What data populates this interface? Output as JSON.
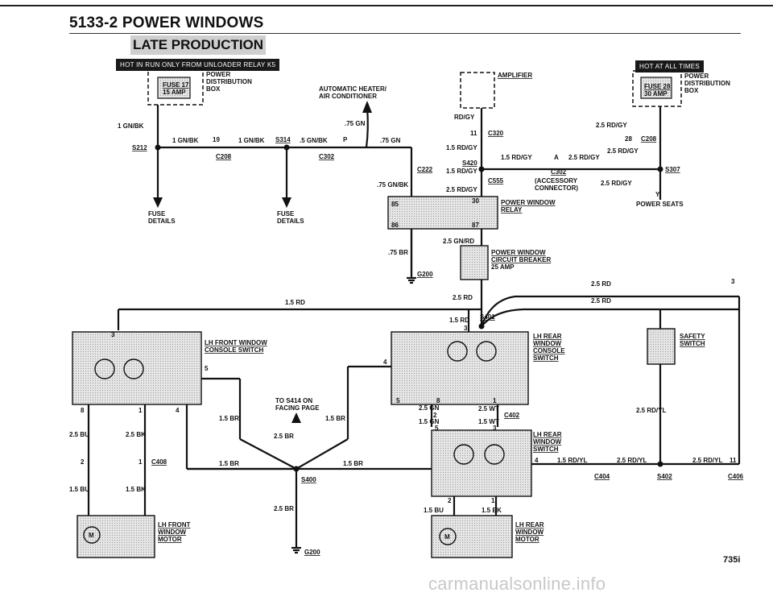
{
  "header": {
    "title": "5133-2   POWER WINDOWS",
    "subtitle": "LATE PRODUCTION",
    "banner_left": "HOT IN RUN ONLY FROM UNLOADER RELAY K5",
    "banner_right": "HOT AT ALL TIMES"
  },
  "labels": {
    "power_dist_1": "POWER",
    "power_dist_2": "DISTRIBUTION",
    "power_dist_3": "BOX",
    "fuse17": "FUSE 17",
    "fuse17_amp": "15 AMP",
    "fuse28": "FUSE 28",
    "fuse28_amp": "30 AMP",
    "ahac_1": "AUTOMATIC HEATER/",
    "ahac_2": "AIR CONDITIONER",
    "amplifier": "AMPLIFIER",
    "w_1gnbk": "1 GN/BK",
    "w_1gnbk2": "1 GN/BK",
    "w_1gnbk3": "1 GN/BK",
    "n19": "19",
    "s212": "S212",
    "s314": "S314",
    "c208": "C208",
    "c302": "C302",
    "w_5gnbk": ".5 GN/BK",
    "p": "P",
    "w_75gn": ".75 GN",
    "w_75gn2": ".75 GN",
    "w_75gnbk": ".75 GN/BK",
    "c222": "C222",
    "fuse_details": "FUSE",
    "details": "DETAILS",
    "rdgy": "RD/GY",
    "n11": "11",
    "c320": "C320",
    "w15rdgy": "1.5 RD/GY",
    "s420": "S420",
    "w15rdgy2": "1.5 RD/GY",
    "c555": "C555",
    "w25rdgy": "2.5 RD/GY",
    "w15rdgy3": "1.5 RD/GY",
    "a": "A",
    "w25rdgy2": "2.5 RD/GY",
    "c302b": "C302",
    "acc_1": "(ACCESSORY",
    "acc_2": "CONNECTOR)",
    "w25rdgy3": "2.5 RD/GY",
    "n28": "28",
    "c208b": "C208",
    "w25rdgy4": "2.5 RD/GY",
    "s307": "S307",
    "w25rdgy5": "2.5 RD/GY",
    "y": "Y",
    "power_seats": "POWER SEATS",
    "pw_relay_1": "POWER WINDOW",
    "pw_relay_2": "RELAY",
    "n30": "30",
    "n85": "85",
    "n86": "86",
    "n87": "87",
    "w25gnrd": "2.5 GN/RD",
    "w75br": ".75 BR",
    "g200": "G200",
    "cb_1": "POWER WINDOW",
    "cb_2": "CIRCUIT BREAKER",
    "cb_3": "25 AMP",
    "w25rd": "2.5 RD",
    "w25rd2": "2.5 RD",
    "w25rd3": "2.5 RD",
    "n3": "3",
    "w15rd": "1.5 RD",
    "w15rd2": "1.5 RD",
    "s401": "S401",
    "n3b": "3",
    "lhf_sw_1": "LH FRONT WINDOW",
    "lhf_sw_2": "CONSOLE SWITCH",
    "n3c": "3",
    "n5": "5",
    "n4": "4",
    "n8": "8",
    "n1": "1",
    "to_s414_1": "TO S414 ON",
    "to_s414_2": "FACING PAGE",
    "w15br": "1.5 BR",
    "w15br2": "1.5 BR",
    "w25br": "2.5 BR",
    "w15br3": "1.5 BR",
    "w15br4": "1.5 BR",
    "s400": "S400",
    "w25br2": "2.5 BR",
    "g200b": "G200",
    "w25bu": "2.5 BU",
    "w25bk": "2.5 BK",
    "n2": "2",
    "n1b": "1",
    "c408": "C408",
    "w15bu": "1.5 BU",
    "w15bk": "1.5 BK",
    "lhf_motor_1": "LH FRONT",
    "lhf_motor_2": "WINDOW",
    "lhf_motor_3": "MOTOR",
    "lhr_con_1": "LH REAR",
    "lhr_con_2": "WINDOW",
    "lhr_con_3": "CONSOLE",
    "lhr_con_4": "SWITCH",
    "n4b": "4",
    "n5b": "5",
    "n8b": "8",
    "n1c": "1",
    "w25gn": "2.5 GN",
    "n2b": "2",
    "w25wt": "2.5 WT",
    "c402": "C402",
    "w15gn": "1.5 GN",
    "w15wt": "1.5 WT",
    "n5c": "5",
    "n3d": "3",
    "lhr_sw_1": "LH REAR",
    "lhr_sw_2": "WINDOW",
    "lhr_sw_3": "SWITCH",
    "n4c": "4",
    "w15rdyl": "1.5 RD/YL",
    "w25rdyl": "2.5 RD/YL",
    "w25rdyl2": "2.5 RD/YL",
    "n11b": "11",
    "c404": "C404",
    "s402": "S402",
    "c406": "C406",
    "w25rdyl3": "2.5 RD/YL",
    "safety_1": "SAFETY",
    "safety_2": "SWITCH",
    "n2c": "2",
    "n1d": "1",
    "w15bu2": "1.5 BU",
    "w15bk2": "1.5 BK",
    "lhr_motor_1": "LH REAR",
    "lhr_motor_2": "WINDOW",
    "lhr_motor_3": "MOTOR"
  },
  "footer": {
    "page_number": "735i",
    "watermark": "carmanualsonline.info"
  },
  "colors": {
    "line": "#111111",
    "shade": "#d4d4d4",
    "banner": "#1a1a1a"
  }
}
